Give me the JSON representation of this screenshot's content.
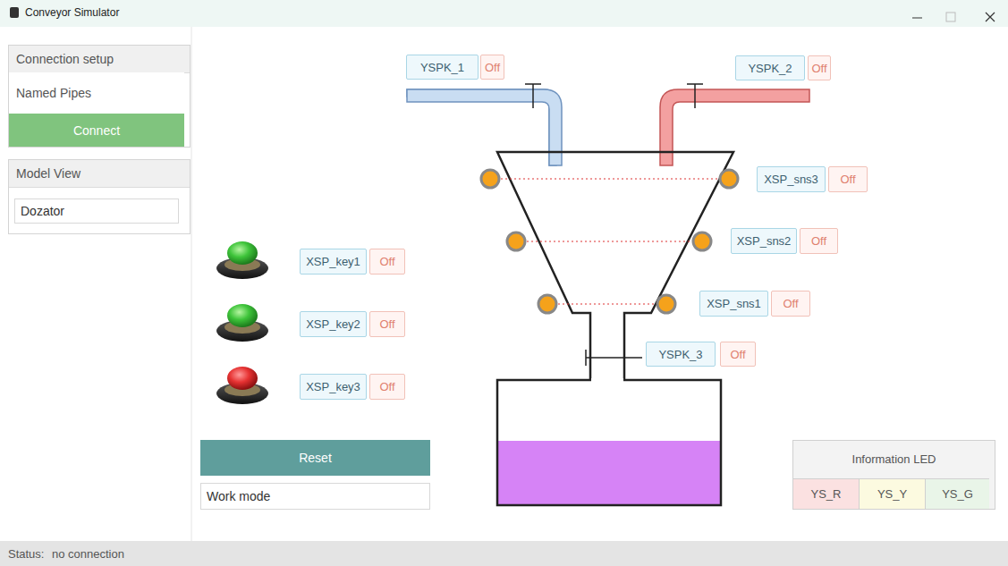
{
  "diagram": {
    "title": "Conveyor Simulator",
    "nodes": [
      {
        "text": [
          "Connection setup"
        ]
      },
      {
        "text": [
          "Named Pipes"
        ],
        "in": 0
      },
      {
        "text": [
          "Connect"
        ],
        "in": 0
      },
      {
        "text": [
          "Model View"
        ]
      },
      {
        "text": [
          "Dozator"
        ],
        "in": 3
      },
      {
        "text": [
          "YSPK_1"
        ]
      },
      {
        "text": [
          "Off"
        ]
      },
      {
        "text": [
          "YSPK_2"
        ]
      },
      {
        "text": [
          "Off"
        ]
      },
      {
        "text": [
          "XSP_sns3"
        ]
      },
      {
        "text": [
          "Off"
        ]
      },
      {
        "text": [
          "XSP_sns2"
        ]
      },
      {
        "text": [
          "Off"
        ]
      },
      {
        "text": [
          "XSP_key1"
        ]
      },
      {
        "text": [
          "Off"
        ]
      },
      {
        "text": [
          "XSP_sns1"
        ]
      },
      {
        "text": [
          "Off"
        ]
      },
      {
        "text": [
          "XSP_key2"
        ]
      },
      {
        "text": [
          "Off"
        ]
      },
      {
        "text": [
          "YSPK_3"
        ]
      },
      {
        "text": [
          "Off"
        ]
      },
      {
        "text": [
          "XSP_key3"
        ]
      },
      {
        "text": [
          "Off"
        ]
      },
      {
        "text": [
          "Reset"
        ]
      },
      {
        "text": [
          "Work mode"
        ]
      },
      {
        "text": [
          "Information LED"
        ]
      },
      {
        "text": [
          "YS_R"
        ],
        "in": 25
      },
      {
        "text": [
          "YS_Y"
        ],
        "in": 25
      },
      {
        "text": [
          "YS_G"
        ],
        "in": 25
      }
    ],
    "labels": [
      "Status:",
      "no connection"
    ]
  }
}
